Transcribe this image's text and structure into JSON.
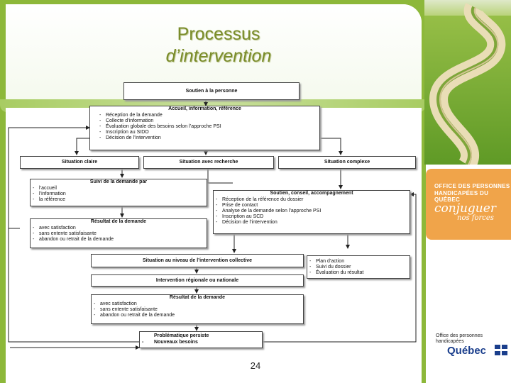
{
  "title": {
    "line1": "Processus",
    "line2": "d’intervention"
  },
  "page_number": "24",
  "logo": {
    "line1": "OFFICE DES PERSONNES",
    "line2": "HANDICAPÉES DU QUÉBEC",
    "slogan1": "conjuguer",
    "slogan2": "nos forces",
    "gov_small1": "Office des personnes",
    "gov_small2": "handicapées",
    "gov_word": "Québec"
  },
  "diagram": {
    "soutien": {
      "title": "Soutien à la personne"
    },
    "accueil": {
      "title": "Accueil, information, référence",
      "items": [
        "Réception de la demande",
        "Collecte d’information",
        "Évaluation globale des besoins selon l’approche PSI",
        "Inscription au SIDO",
        "Décision de l’intervention"
      ]
    },
    "sit_claire": {
      "title": "Situation claire"
    },
    "sit_recherche": {
      "title": "Situation avec recherche"
    },
    "sit_complexe": {
      "title": "Situation complexe"
    },
    "suivi": {
      "title": "Suivi de la demande par",
      "items": [
        "l’accueil",
        "l’information",
        "la référence"
      ]
    },
    "resultat1": {
      "title": "Résultat de la demande",
      "items": [
        "avec satisfaction",
        "sans entente satisfaisante",
        "abandon ou retrait de la demande"
      ]
    },
    "conseil": {
      "title": "Soutien, conseil, accompagnement",
      "items": [
        "Réception de la référence du dossier",
        "Prise de contact",
        "Analyse de la demande selon l’approche PSI",
        "Inscription au SCD",
        "Décision de l’intervention"
      ]
    },
    "collective": {
      "title": "Situation au niveau de l’intervention collective"
    },
    "plan": {
      "items": [
        "Plan d’action",
        "Suivi du dossier",
        "Évaluation du résultat"
      ]
    },
    "regionale": {
      "title": "Intervention régionale ou nationale"
    },
    "resultat2": {
      "title": "Résultat de la demande",
      "items": [
        "avec satisfaction",
        "sans entente satisfaisante",
        "abandon ou retrait de la demande"
      ]
    },
    "persiste": {
      "items": [
        "Problématique persiste",
        "Nouveaux besoins"
      ]
    }
  }
}
